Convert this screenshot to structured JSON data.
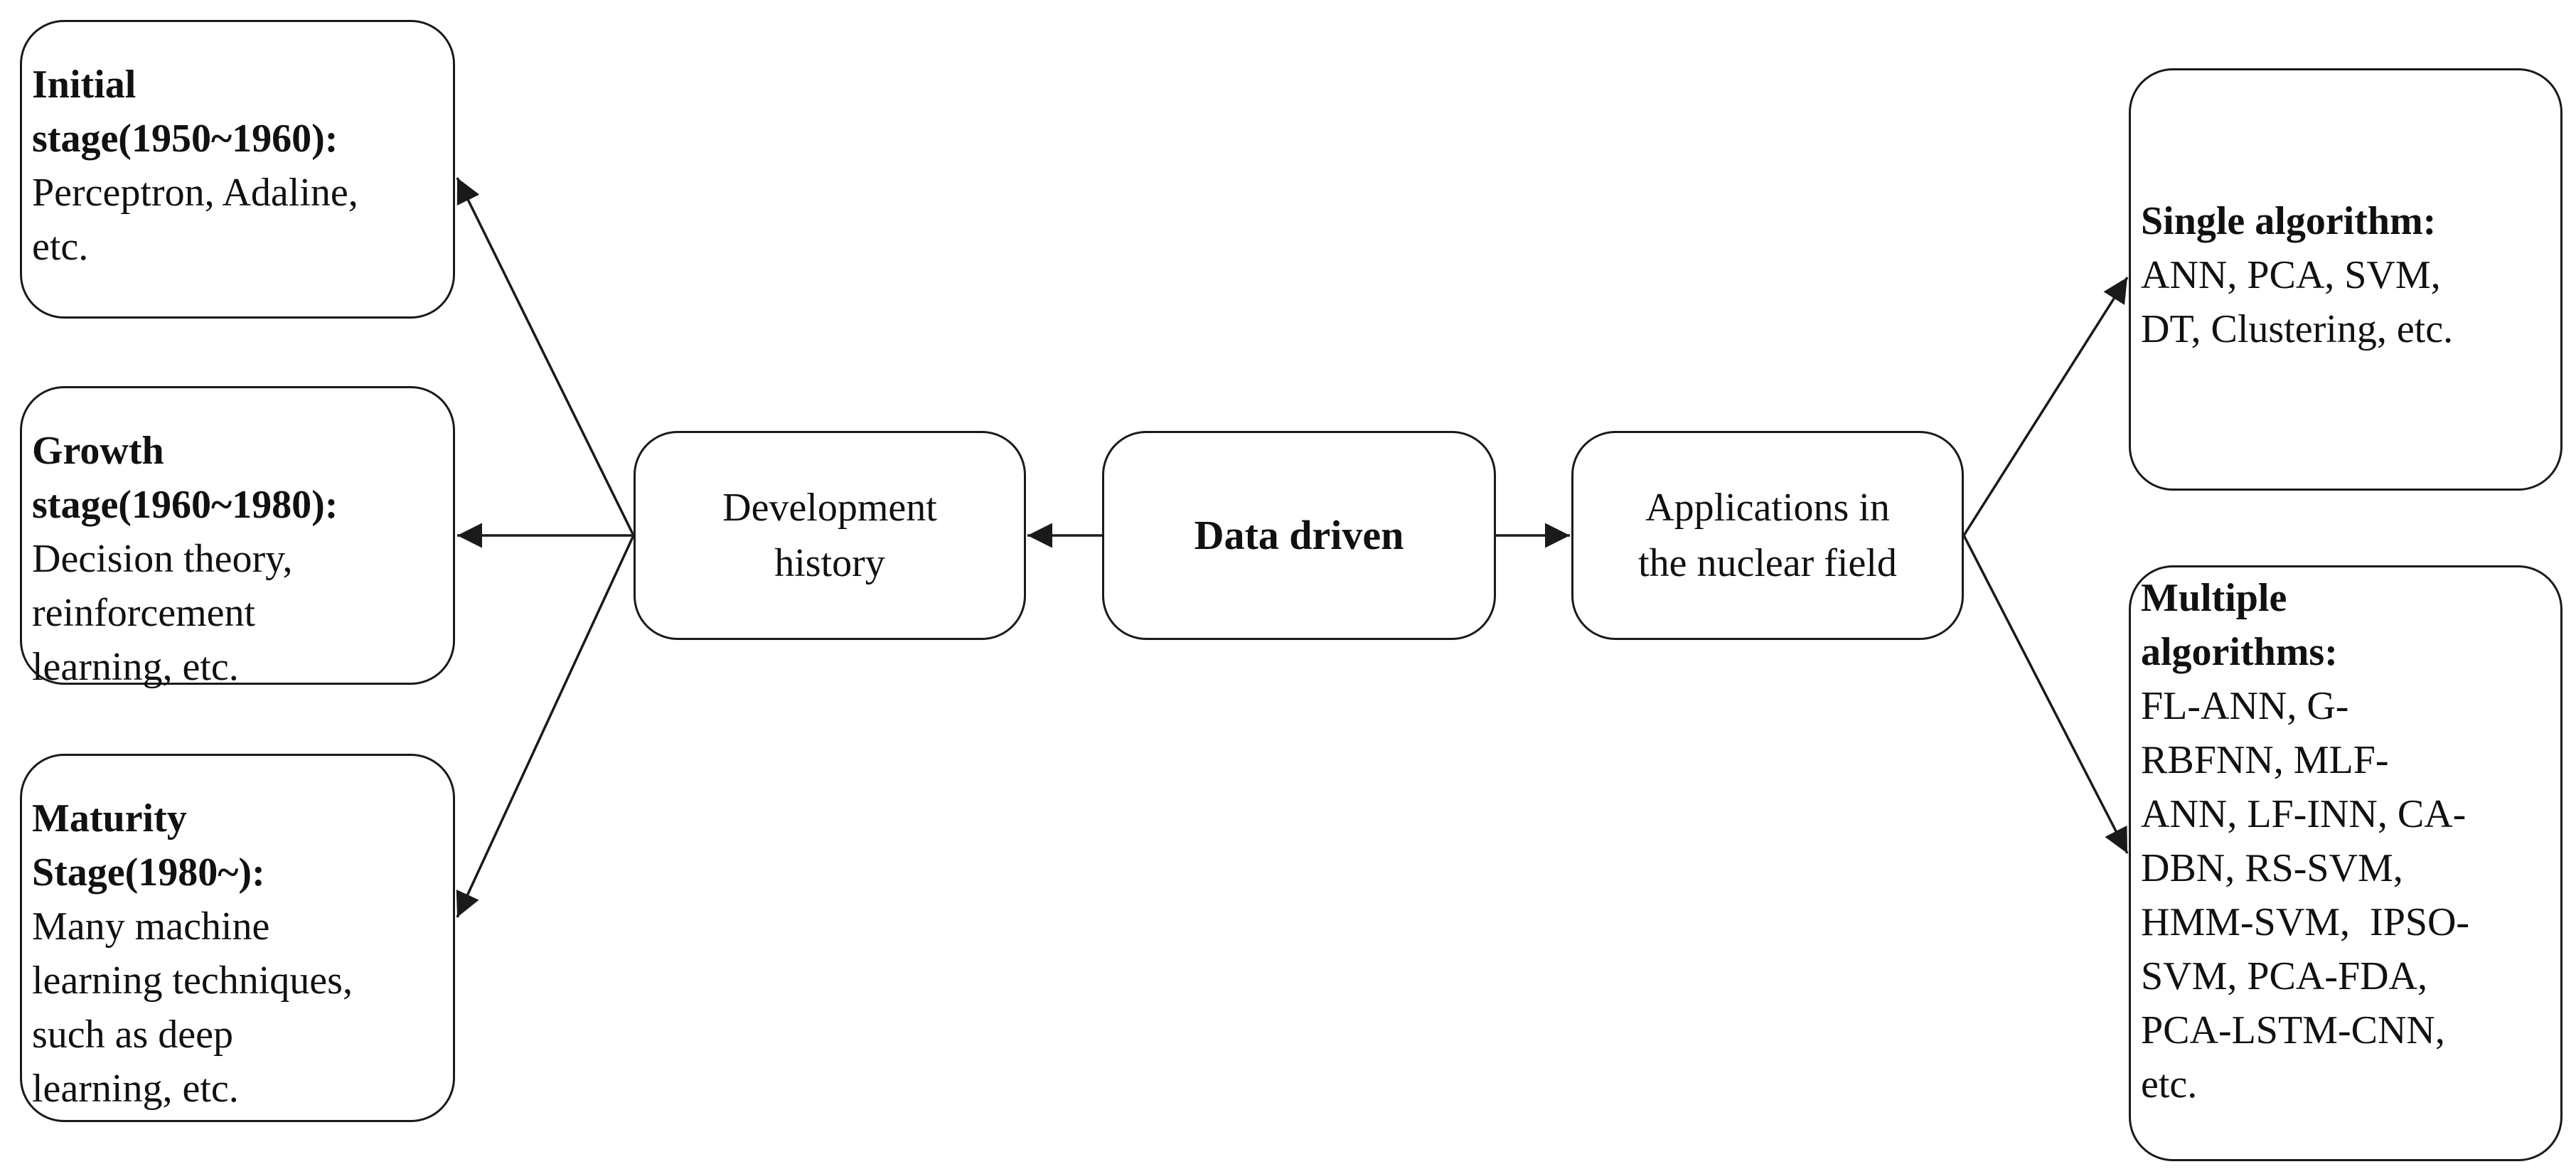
{
  "left_stages": [
    {
      "title_lines": [
        "Initial",
        "stage(1950~1960):"
      ],
      "body_lines": [
        "Perceptron, Adaline,",
        "etc."
      ]
    },
    {
      "title_lines": [
        "Growth",
        "stage(1960~1980):"
      ],
      "body_lines": [
        "Decision theory,",
        "reinforcement",
        "learning, etc."
      ]
    },
    {
      "title_lines": [
        "Maturity",
        "Stage(1980~):"
      ],
      "body_lines": [
        "Many machine",
        "learning techniques,",
        "such as deep",
        "learning, etc."
      ]
    }
  ],
  "center": {
    "history_lines": [
      "Development",
      "history"
    ],
    "core": "Data driven",
    "applications_lines": [
      "Applications in",
      "the nuclear field"
    ]
  },
  "right_algorithms": [
    {
      "title_lines": [
        "Single algorithm:"
      ],
      "body_lines": [
        "ANN, PCA, SVM,",
        "DT, Clustering, etc."
      ]
    },
    {
      "title_lines": [
        "Multiple",
        "algorithms:"
      ],
      "body_lines": [
        "FL-ANN, G-",
        "RBFNN, MLF-",
        "ANN, LF-INN, CA-",
        "DBN, RS-SVM,",
        "HMM-SVM,  IPSO-",
        "SVM, PCA-FDA,",
        "PCA-LSTM-CNN,",
        "etc."
      ]
    }
  ],
  "colors": {
    "line": "#1a1a1a",
    "text": "#111111",
    "background": "#ffffff"
  }
}
